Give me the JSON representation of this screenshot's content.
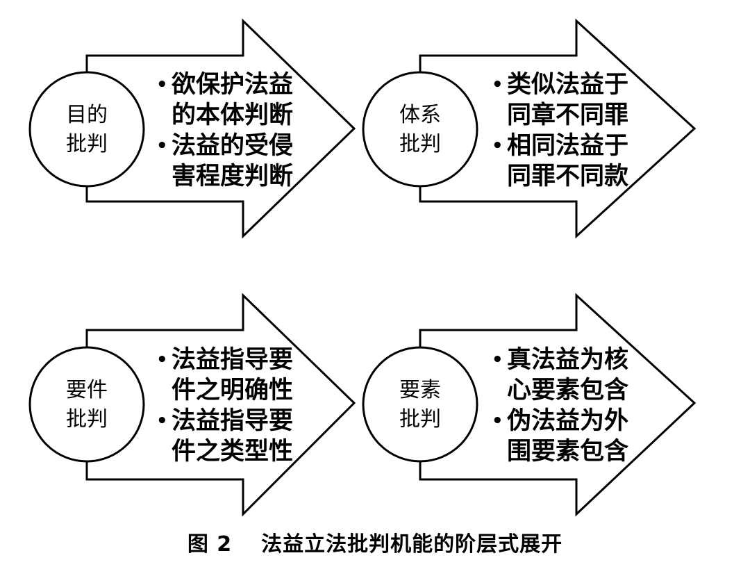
{
  "panels": [
    {
      "label": [
        "目的",
        "批判"
      ],
      "bullets": [
        [
          "欲保护法益",
          "的本体判断"
        ],
        [
          "法益的受侵",
          "害程度判断"
        ]
      ]
    },
    {
      "label": [
        "体系",
        "批判"
      ],
      "bullets": [
        [
          "类似法益于",
          "同章不同罪"
        ],
        [
          "相同法益于",
          "同罪不同款"
        ]
      ]
    },
    {
      "label": [
        "要件",
        "批判"
      ],
      "bullets": [
        [
          "法益指导要",
          "件之明确性"
        ],
        [
          "法益指导要",
          "件之类型性"
        ]
      ]
    },
    {
      "label": [
        "要素",
        "批判"
      ],
      "bullets": [
        [
          "真法益为核",
          "心要素包含"
        ],
        [
          "伪法益为外",
          "围要素包含"
        ]
      ]
    }
  ],
  "caption": {
    "number": "图 2",
    "title": "法益立法批判机能的阶层式展开"
  },
  "bullet_symbol": "•"
}
